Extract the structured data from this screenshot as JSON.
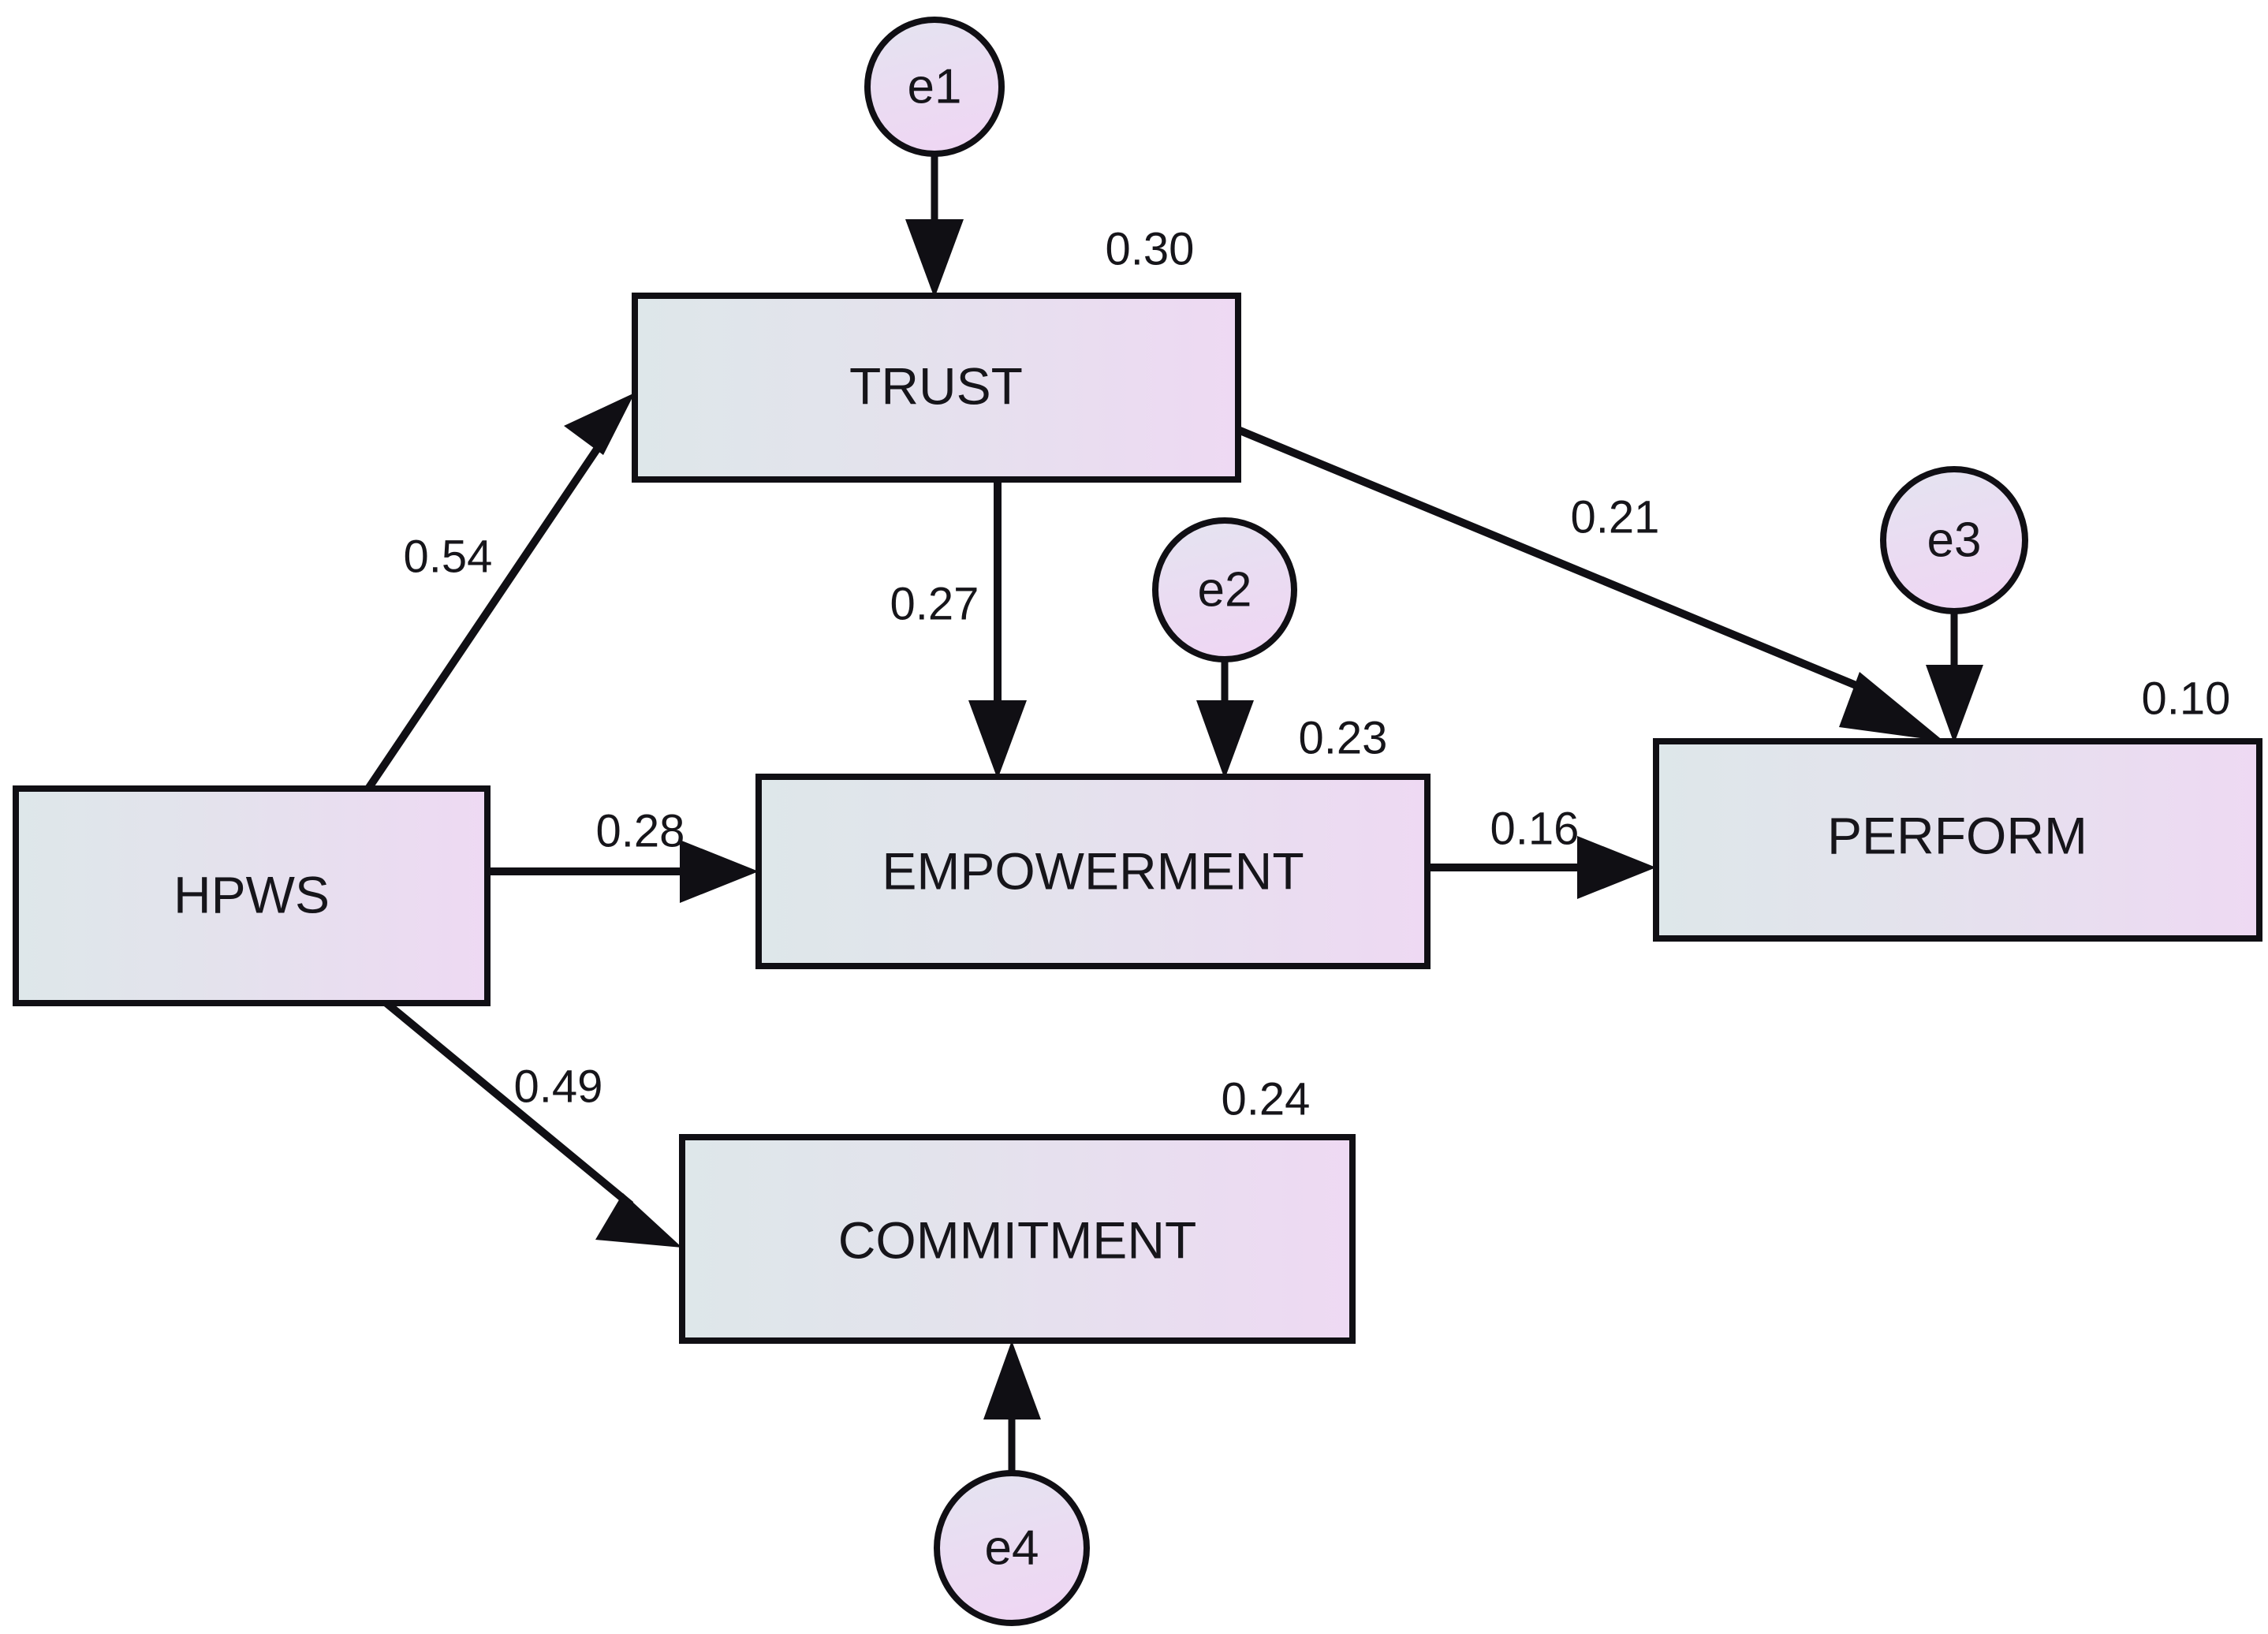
{
  "diagram": {
    "title": "Structural equation model path diagram",
    "type": "sem-path-diagram",
    "background_color": "#ffffff",
    "line_color": "#100f14",
    "text_color": "#16151a",
    "box_gradient_start": "#dde6e9",
    "box_gradient_end": "#edd8f0",
    "circle_gradient_start": "#e3e3ef",
    "circle_gradient_end": "#eed9f2"
  },
  "constructs": [
    {
      "id": "hpws",
      "label": "HPWS",
      "r2": null
    },
    {
      "id": "trust",
      "label": "TRUST",
      "r2": "0.30"
    },
    {
      "id": "empowerment",
      "label": "EMPOWERMENT",
      "r2": "0.23"
    },
    {
      "id": "perform",
      "label": "PERFORM",
      "r2": "0.10"
    },
    {
      "id": "commitment",
      "label": "COMMITMENT",
      "r2": "0.24"
    }
  ],
  "error_terms": [
    {
      "id": "e1",
      "label": "e1",
      "attaches_to": "trust"
    },
    {
      "id": "e2",
      "label": "e2",
      "attaches_to": "empowerment"
    },
    {
      "id": "e3",
      "label": "e3",
      "attaches_to": "perform"
    },
    {
      "id": "e4",
      "label": "e4",
      "attaches_to": "commitment"
    }
  ],
  "paths": [
    {
      "id": "hpws-trust",
      "from": "hpws",
      "to": "trust",
      "coefficient": "0.54"
    },
    {
      "id": "trust-empowerment",
      "from": "trust",
      "to": "empowerment",
      "coefficient": "0.27"
    },
    {
      "id": "trust-perform",
      "from": "trust",
      "to": "perform",
      "coefficient": "0.21"
    },
    {
      "id": "hpws-empowerment",
      "from": "hpws",
      "to": "empowerment",
      "coefficient": "0.28"
    },
    {
      "id": "hpws-commitment",
      "from": "hpws",
      "to": "commitment",
      "coefficient": "0.49"
    },
    {
      "id": "empowerment-perform",
      "from": "empowerment",
      "to": "perform",
      "coefficient": "0.16"
    }
  ],
  "chart_data": {
    "type": "diagram",
    "title": "Structural equation model path diagram",
    "nodes": [
      "HPWS",
      "TRUST",
      "EMPOWERMENT",
      "PERFORM",
      "COMMITMENT",
      "e1",
      "e2",
      "e3",
      "e4"
    ],
    "edges": [
      {
        "source": "HPWS",
        "target": "TRUST",
        "value": 0.54
      },
      {
        "source": "TRUST",
        "target": "EMPOWERMENT",
        "value": 0.27
      },
      {
        "source": "TRUST",
        "target": "PERFORM",
        "value": 0.21
      },
      {
        "source": "HPWS",
        "target": "EMPOWERMENT",
        "value": 0.28
      },
      {
        "source": "HPWS",
        "target": "COMMITMENT",
        "value": 0.49
      },
      {
        "source": "EMPOWERMENT",
        "target": "PERFORM",
        "value": 0.16
      },
      {
        "source": "e1",
        "target": "TRUST",
        "value": null
      },
      {
        "source": "e2",
        "target": "EMPOWERMENT",
        "value": null
      },
      {
        "source": "e3",
        "target": "PERFORM",
        "value": null
      },
      {
        "source": "e4",
        "target": "COMMITMENT",
        "value": null
      }
    ],
    "r_squared": {
      "TRUST": 0.3,
      "EMPOWERMENT": 0.23,
      "PERFORM": 0.1,
      "COMMITMENT": 0.24
    }
  }
}
